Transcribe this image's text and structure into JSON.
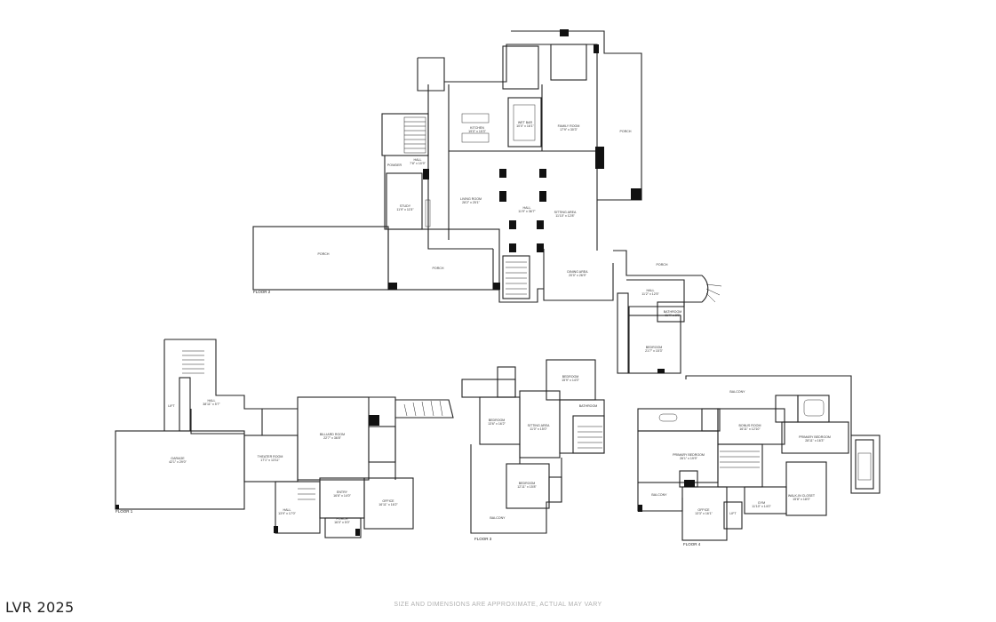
{
  "floors": [
    {
      "id": "floor-2",
      "label": "FLOOR 2",
      "rooms": [
        {
          "name": "PORCH",
          "dims": ""
        },
        {
          "name": "PORCH",
          "dims": ""
        },
        {
          "name": "PORCH",
          "dims": ""
        },
        {
          "name": "KITCHEN",
          "dims": "19'0\" x 15'3\""
        },
        {
          "name": "WET BAR",
          "dims": "10'0\" x 16'1\""
        },
        {
          "name": "FAMILY ROOM",
          "dims": "17'9\" x 30'3\""
        },
        {
          "name": "LIVING ROOM",
          "dims": "28'2\" x 25'1\""
        },
        {
          "name": "HALL",
          "dims": "11'9\" x 36'7\""
        },
        {
          "name": "SITTING AREA",
          "dims": "11'10\" x 12'8\""
        },
        {
          "name": "STUDY",
          "dims": "11'9\" x 11'5\""
        },
        {
          "name": "HALL",
          "dims": "7'8\" x 10'9\""
        },
        {
          "name": "POWDER",
          "dims": ""
        },
        {
          "name": "DINING AREA",
          "dims": "20'0\" x 26'9\""
        },
        {
          "name": "PORCH",
          "dims": ""
        },
        {
          "name": "HALL",
          "dims": "11'2\" x 12'5\""
        },
        {
          "name": "BATHROOM",
          "dims": "11'4\" x 8'0\""
        },
        {
          "name": "BEDROOM",
          "dims": "21'7\" x 15'3\""
        }
      ]
    },
    {
      "id": "floor-1",
      "label": "FLOOR 1",
      "rooms": [
        {
          "name": "GARAGE",
          "dims": "42'1\" x 29'0\""
        },
        {
          "name": "HALL",
          "dims": "38'11\" x 5'7\""
        },
        {
          "name": "LIFT",
          "dims": ""
        },
        {
          "name": "THEATER ROOM",
          "dims": "17'1\" x 13'11\""
        },
        {
          "name": "BILLIARD ROOM",
          "dims": "22'7\" x 36'8\""
        },
        {
          "name": "ENTRY",
          "dims": "16'6\" x 14'0\""
        },
        {
          "name": "HALL",
          "dims": "13'9\" x 17'0\""
        },
        {
          "name": "PORCH",
          "dims": "16'0\" x 5'0\""
        },
        {
          "name": "OFFICE",
          "dims": "16'11\" x 16'2\""
        }
      ]
    },
    {
      "id": "floor-3",
      "label": "FLOOR 3",
      "rooms": [
        {
          "name": "BEDROOM",
          "dims": "15'9\" x 14'0\""
        },
        {
          "name": "BEDROOM",
          "dims": "13'6\" x 16'2\""
        },
        {
          "name": "SITTING AREA",
          "dims": "11'0\" x 15'0\""
        },
        {
          "name": "BATHROOM",
          "dims": ""
        },
        {
          "name": "BEDROOM",
          "dims": "12'11\" x 15'8\""
        },
        {
          "name": "BALCONY",
          "dims": ""
        }
      ]
    },
    {
      "id": "floor-4",
      "label": "FLOOR 4",
      "rooms": [
        {
          "name": "BALCONY",
          "dims": ""
        },
        {
          "name": "PRIMARY BEDROOM",
          "dims": "26'1\" x 19'9\""
        },
        {
          "name": "BONUS ROOM",
          "dims": "16'11\" x 12'10\""
        },
        {
          "name": "PRIMARY BEDROOM",
          "dims": "28'11\" x 16'3\""
        },
        {
          "name": "WALK-IN CLOSET",
          "dims": "15'8\" x 18'0\""
        },
        {
          "name": "BALCONY",
          "dims": ""
        },
        {
          "name": "OFFICE",
          "dims": "13'3\" x 16'1\""
        },
        {
          "name": "LIFT",
          "dims": ""
        },
        {
          "name": "GYM",
          "dims": "11'10\" x 14'0\""
        }
      ]
    }
  ],
  "footer": {
    "watermark": "LVR 2025",
    "disclaimer": "SIZE AND DIMENSIONS ARE APPROXIMATE, ACTUAL MAY VARY"
  },
  "colors": {
    "wall": "#222222",
    "background": "#ffffff",
    "disclaimer": "#b0b0b0"
  }
}
